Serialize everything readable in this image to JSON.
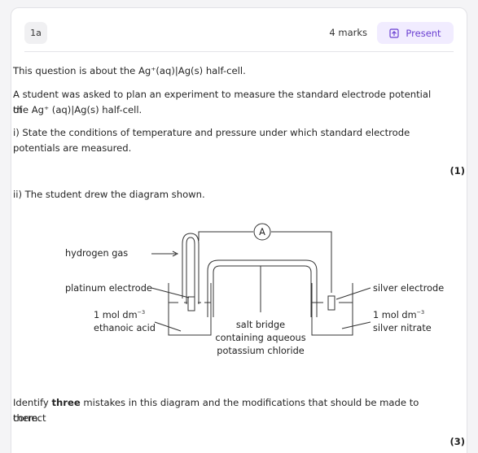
{
  "header": {
    "question_number": "1a",
    "marks_label": "4 marks",
    "present_label": "Present",
    "present_icon": "present-upload-icon"
  },
  "question": {
    "intro": "This question is about the Ag⁺(aq)|Ag(s) half-cell.",
    "plan_line1": "A student was asked to plan an experiment to measure the standard electrode potential of",
    "plan_line2": "the Ag⁺ (aq)|Ag(s) half-cell.",
    "part_i_line1": "i) State the conditions of temperature and pressure under which standard electrode",
    "part_i_line2": "potentials are measured.",
    "part_i_marks": "(1)",
    "part_ii": "ii) The student drew the diagram shown.",
    "identify_prefix": "Identify ",
    "identify_bold": "three",
    "identify_rest": " mistakes in this diagram and the modifications that should be made to correct",
    "identify_line2": "them.",
    "part_ii_marks": "(3)"
  },
  "diagram": {
    "ammeter": "A",
    "hydrogen_gas": "hydrogen gas",
    "platinum_electrode": "platinum electrode",
    "left_solution_conc": "1 mol dm",
    "left_solution_exp": "−3",
    "left_solution_name": "ethanoic acid",
    "salt_bridge_1": "salt bridge",
    "salt_bridge_2": "containing aqueous",
    "salt_bridge_3": "potassium chloride",
    "silver_electrode": "silver electrode",
    "right_solution_conc": "1 mol dm",
    "right_solution_exp": "−3",
    "right_solution_name": "silver nitrate"
  }
}
